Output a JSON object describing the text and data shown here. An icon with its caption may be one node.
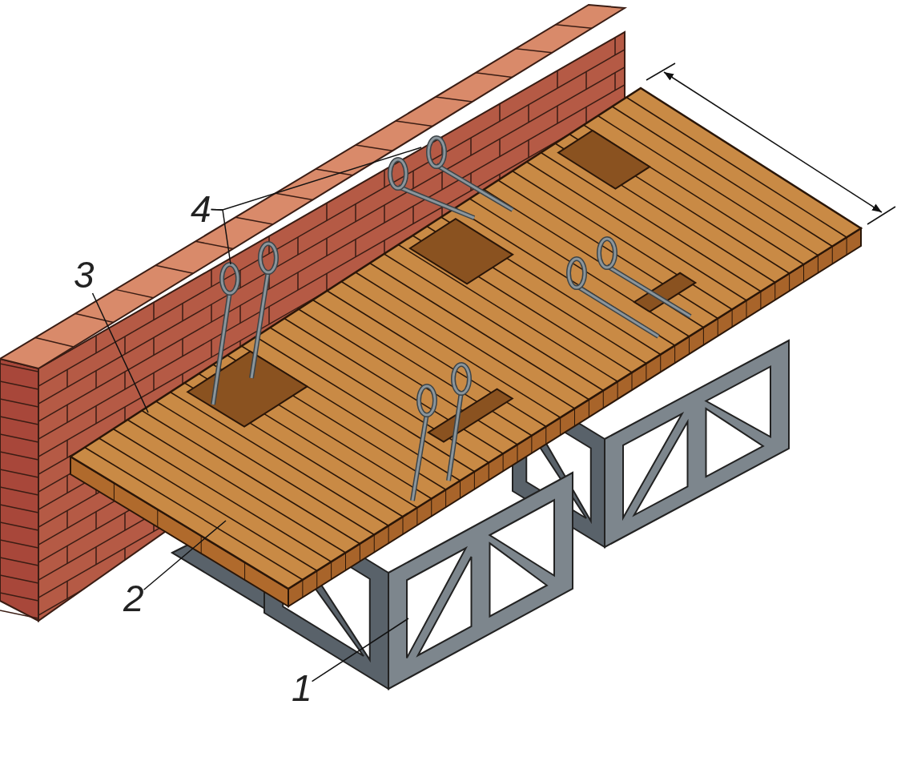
{
  "diagram": {
    "nodes": [
      {
        "text": [
          "4"
        ]
      },
      {
        "text": [
          "3"
        ]
      },
      {
        "text": [
          "2"
        ]
      },
      {
        "text": [
          "1"
        ]
      }
    ],
    "edges": [
      {
        "from": 0,
        "to": null,
        "arrow": "none"
      },
      {
        "from": 0,
        "to": null,
        "arrow": "none"
      },
      {
        "from": 1,
        "to": null,
        "arrow": "none"
      },
      {
        "from": 2,
        "to": null,
        "arrow": "none"
      },
      {
        "from": 3,
        "to": null,
        "arrow": "none"
      }
    ]
  }
}
